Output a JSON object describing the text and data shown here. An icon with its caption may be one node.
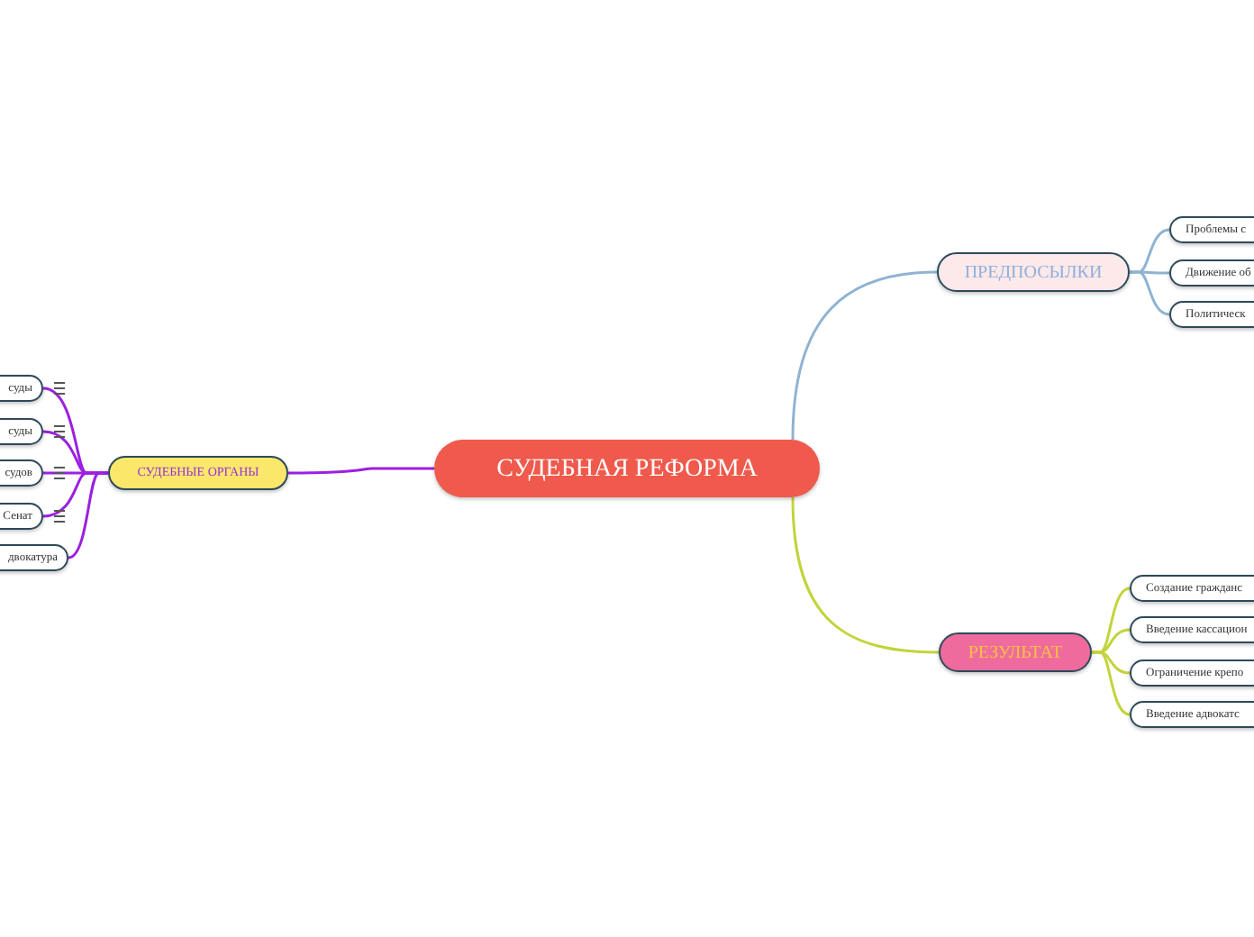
{
  "diagram": {
    "nodes": [
      {
        "text": [
          "СУДЕБНАЯ РЕФОРМА"
        ]
      },
      {
        "text": [
          "ПРЕДПОСЫЛКИ"
        ]
      },
      {
        "text": [
          "Проблемы с"
        ]
      },
      {
        "text": [
          "Движение об"
        ]
      },
      {
        "text": [
          "Политическ"
        ]
      },
      {
        "text": [
          "РЕЗУЛЬТАТ"
        ]
      },
      {
        "text": [
          "Создание гражданс"
        ]
      },
      {
        "text": [
          "Введение кассацион"
        ]
      },
      {
        "text": [
          "Ограничение крепо"
        ]
      },
      {
        "text": [
          "Введение адвокатс"
        ]
      },
      {
        "text": [
          "СУДЕБНЫЕ ОРГАНЫ"
        ]
      },
      {
        "text": [
          "суды"
        ]
      },
      {
        "text": [
          "суды"
        ]
      },
      {
        "text": [
          "судов"
        ]
      },
      {
        "text": [
          "Сенат"
        ]
      },
      {
        "text": [
          "двокатура"
        ]
      }
    ],
    "edges": [
      {
        "from": 0,
        "to": 1,
        "arrow": "none",
        "color": "#8fb3d2"
      },
      {
        "from": 0,
        "to": 5,
        "arrow": "none",
        "color": "#c2d43a"
      },
      {
        "from": 0,
        "to": 10,
        "arrow": "none",
        "color": "#9b20e0"
      },
      {
        "from": 1,
        "to": 2,
        "arrow": "none",
        "color": "#8fb3d2"
      },
      {
        "from": 1,
        "to": 3,
        "arrow": "none",
        "color": "#8fb3d2"
      },
      {
        "from": 1,
        "to": 4,
        "arrow": "none",
        "color": "#8fb3d2"
      },
      {
        "from": 5,
        "to": 6,
        "arrow": "none",
        "color": "#c2d43a"
      },
      {
        "from": 5,
        "to": 7,
        "arrow": "none",
        "color": "#c2d43a"
      },
      {
        "from": 5,
        "to": 8,
        "arrow": "none",
        "color": "#c2d43a"
      },
      {
        "from": 5,
        "to": 9,
        "arrow": "none",
        "color": "#c2d43a"
      },
      {
        "from": 10,
        "to": 11,
        "arrow": "none",
        "color": "#9b20e0"
      },
      {
        "from": 10,
        "to": 12,
        "arrow": "none",
        "color": "#9b20e0"
      },
      {
        "from": 10,
        "to": 13,
        "arrow": "none",
        "color": "#9b20e0"
      },
      {
        "from": 10,
        "to": 14,
        "arrow": "none",
        "color": "#9b20e0"
      },
      {
        "from": 10,
        "to": 15,
        "arrow": "none",
        "color": "#9b20e0"
      }
    ]
  }
}
